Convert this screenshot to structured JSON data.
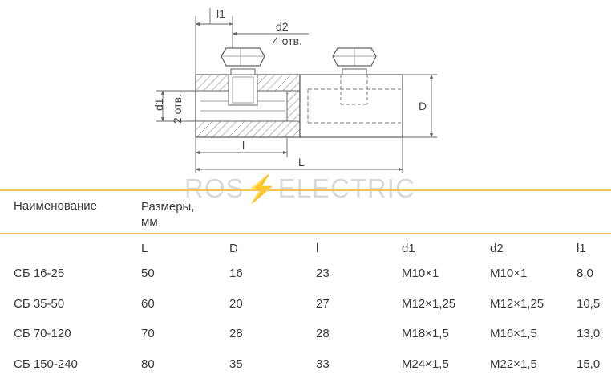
{
  "drawing": {
    "labels": {
      "l1": "l1",
      "d2": "d2",
      "d2_holes": "4 отв.",
      "d1": "d1",
      "d1_holes": "2 отв.",
      "D": "D",
      "l": "l",
      "L": "L"
    }
  },
  "watermark": {
    "left": "ROS",
    "bolt": "⚡",
    "right": "ELECTRIC"
  },
  "table": {
    "header_name": "Наименование",
    "header_sizes_line1": "Размеры,",
    "header_sizes_line2": "мм",
    "units": [
      "L",
      "D",
      "l",
      "d1",
      "d2",
      "l1"
    ],
    "rows": [
      {
        "name": "СБ 16-25",
        "L": "50",
        "D": "16",
        "l": "23",
        "d1": "M10×1",
        "d2": "M10×1",
        "l1": "8,0"
      },
      {
        "name": "СБ 35-50",
        "L": "60",
        "D": "20",
        "l": "27",
        "d1": "M12×1,25",
        "d2": "M12×1,25",
        "l1": "10,5"
      },
      {
        "name": "СБ 70-120",
        "L": "70",
        "D": "28",
        "l": "28",
        "d1": "M18×1,5",
        "d2": "M16×1,5",
        "l1": "13,0"
      },
      {
        "name": "СБ 150-240",
        "L": "80",
        "D": "35",
        "l": "33",
        "d1": "M24×1,5",
        "d2": "M22×1,5",
        "l1": "15,0"
      }
    ]
  }
}
